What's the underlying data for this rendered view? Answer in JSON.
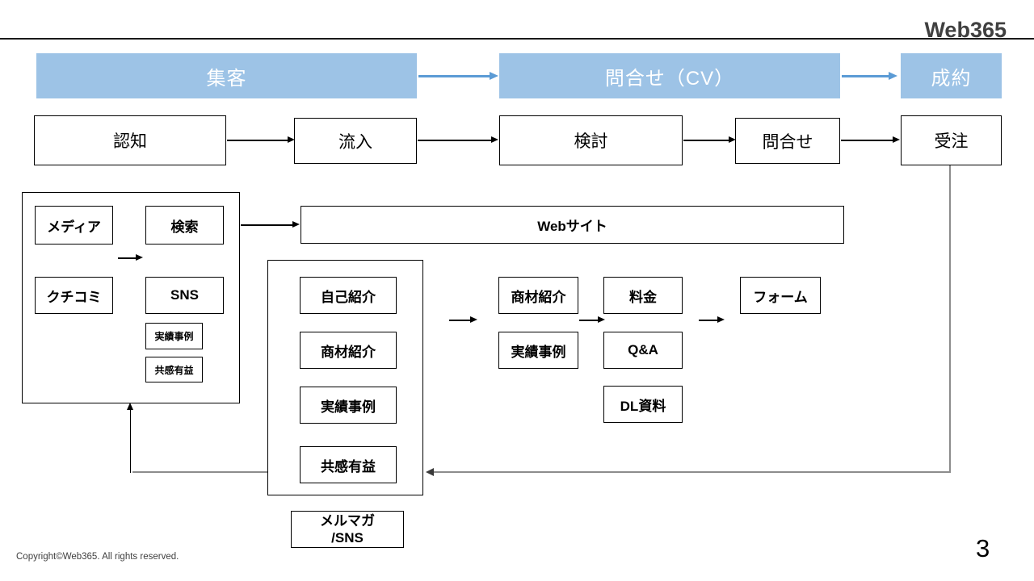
{
  "title": "Web365",
  "stages": {
    "attract": "集客",
    "inquiry_cv": "問合せ（CV）",
    "close": "成約"
  },
  "funnel": {
    "awareness": "認知",
    "inflow": "流入",
    "consideration": "検討",
    "contact": "問合せ",
    "order": "受注"
  },
  "sources": {
    "media": "メディア",
    "search": "検索",
    "word_of_mouth": "クチコミ",
    "sns": "SNS",
    "case_studies": "実績事例",
    "empathy_value": "共感有益"
  },
  "website": "Webサイト",
  "site_contents": {
    "self_intro": "自己紹介",
    "product_intro": "商材紹介",
    "case_studies": "実績事例",
    "empathy_value": "共感有益"
  },
  "consideration_contents": {
    "product_intro": "商材紹介",
    "case_studies": "実績事例"
  },
  "decision_contents": {
    "pricing": "料金",
    "qa": "Q&A",
    "download": "DL資料"
  },
  "form": "フォーム",
  "newsletter": {
    "line1": "メルマガ",
    "line2": "/SNS"
  },
  "footer": {
    "copyright": "Copyright©Web365. All rights reserved.",
    "page_number": "3"
  },
  "colors": {
    "stage_fill": "#9DC3E6",
    "stage_text": "#FFFFFF",
    "stage_arrow": "#5B9BD5",
    "line": "#000000",
    "gray_line": "#8C8C8C",
    "title_text": "#404040"
  }
}
